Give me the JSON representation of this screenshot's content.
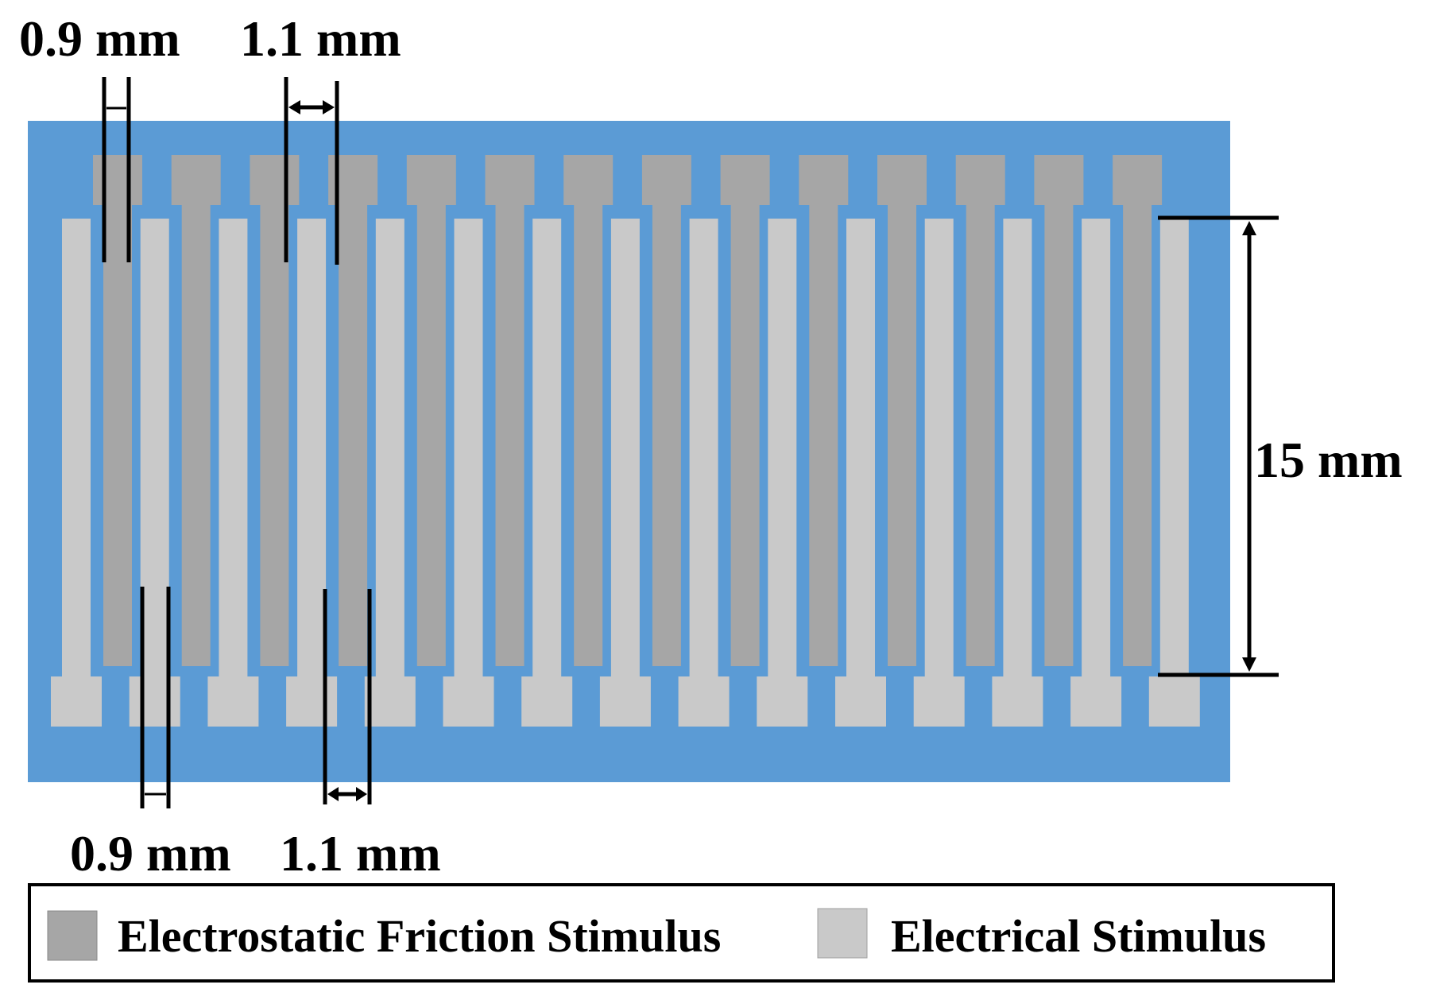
{
  "colors": {
    "substrate": "#5b9bd5",
    "friction_electrode": "#a6a6a6",
    "electrical_electrode": "#c9c9c9",
    "line": "#000000"
  },
  "dimensions": {
    "top_width_label": "0.9 mm",
    "top_gap_label": "1.1 mm",
    "bottom_width_label": "0.9 mm",
    "bottom_gap_label": "1.1 mm",
    "height_label": "15 mm"
  },
  "electrodes": {
    "friction_count": 14,
    "electrical_count": 15
  },
  "legend": {
    "items": [
      {
        "label": "Electrostatic Friction Stimulus",
        "swatch": "friction"
      },
      {
        "label": "Electrical Stimulus",
        "swatch": "electrical"
      }
    ]
  }
}
